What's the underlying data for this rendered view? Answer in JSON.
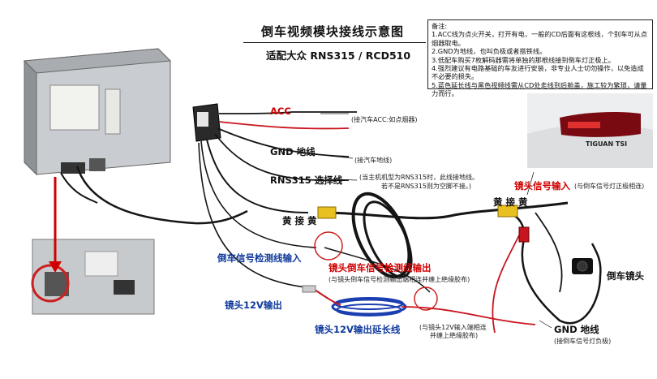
{
  "title": "倒车视频模块接线示意图",
  "subtitle": "适配大众 RNS315 / RCD510",
  "notes": {
    "heading": "备注:",
    "lines": [
      "1.ACC线为点火开关，打开有电，一般的CD后面有这根线，个别车可从点",
      "烟器取电。",
      "2.GND为地线，也叫负极或者搭铁线。",
      "3.低配车购买7枚解码器需将单独的那根线接到倒车灯正极上。",
      "4.强烈建议有电路基础的车友进行安装，非专业人士切勿操作，以免造成",
      "不必要的损失。",
      "5.蓝色延长线与黑色视频线需从CD处走线到后舱盖，施工较为繁琐，请量",
      "力而行。"
    ]
  },
  "labels": {
    "acc": "ACC",
    "acc_note": "(接汽车ACC:如点烟器)",
    "gnd1": "GND 地线",
    "gnd1_note": "(接汽车地线)",
    "rns_select": "RNS315 选择线",
    "rns_note_1": "(当主机机型为RNS315时，此线接地线。",
    "rns_note_2": "若不是RNS315则为空脚不接。)",
    "yellow_join_1": "黄 接 黄",
    "yellow_join_2": "黄 接 黄",
    "reverse_detect_in": "倒车信号检测线输入",
    "cam_detect_out": "镜头倒车信号检测线输出",
    "cam_detect_note": "(与镜头倒车信号检测输出端相连并缠上绝缘胶布)",
    "cam_signal_in": "镜头信号输入",
    "cam_signal_note": "(与倒车信号灯正极相连)",
    "cam_12v_out": "镜头12V输出",
    "cam_12v_ext": "镜头12V输出延长线",
    "cam_12v_note_1": "(与镜头12V输入端相连",
    "cam_12v_note_2": "并缠上绝缘胶布)",
    "gnd2": "GND 地线",
    "gnd2_note": "(接倒车信号灯负极)",
    "reverse_camera": "倒车镜头"
  },
  "car": {
    "badge": "TIGUAN TSI"
  },
  "colors": {
    "red_label": "#d10000",
    "blue_label": "#103a9c",
    "wire_black": "#151515",
    "wire_blue": "#1b3fb0",
    "wire_red": "#c8141e",
    "connector_yellow": "#e8c020",
    "circle_red": "#cc2020"
  }
}
